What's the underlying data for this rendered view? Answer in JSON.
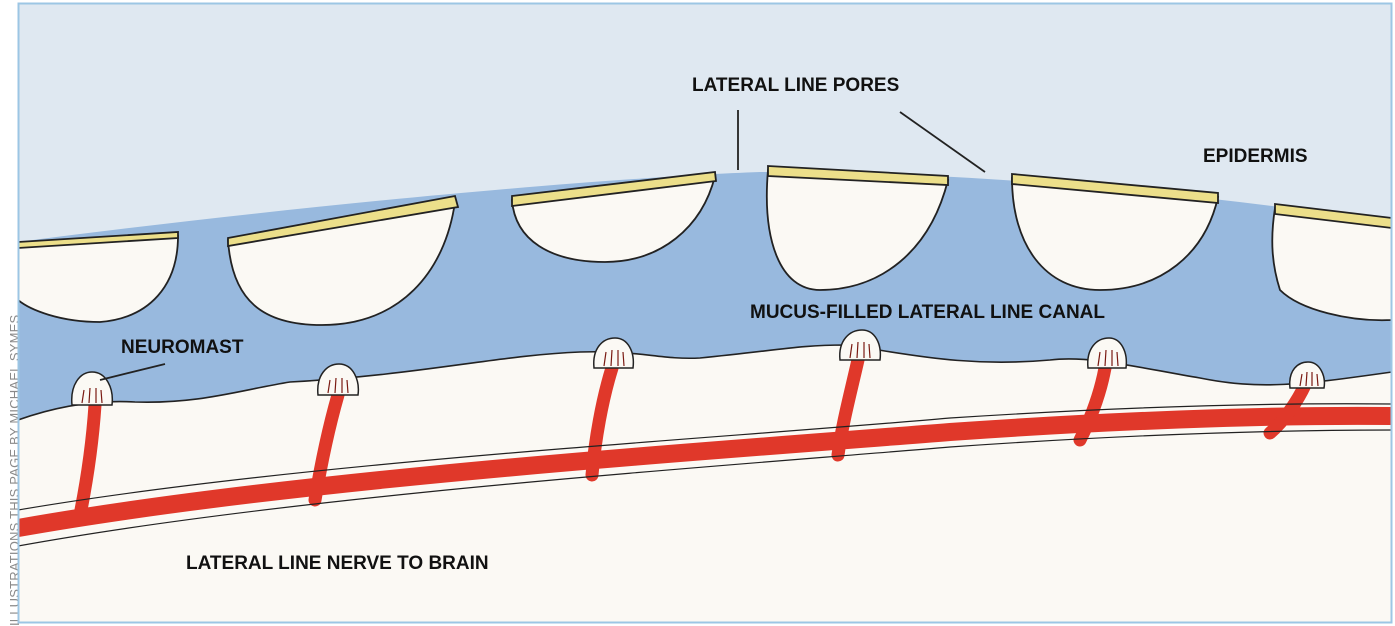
{
  "credit": "ILLUSTRATIONS THIS PAGE BY MICHAEL SYMES",
  "labels": {
    "pores": "LATERAL LINE PORES",
    "epidermis": "EPIDERMIS",
    "canal": "MUCUS-FILLED LATERAL LINE CANAL",
    "neuromast": "NEUROMAST",
    "nerve": "LATERAL LINE NERVE TO BRAIN"
  },
  "colors": {
    "sky": "#dfe8f1",
    "canal": "#98b9de",
    "scale_cap": "#ecdf8a",
    "nerve": "#e0382a",
    "paper": "#fbf9f4",
    "frame": "#9cc6e4"
  }
}
